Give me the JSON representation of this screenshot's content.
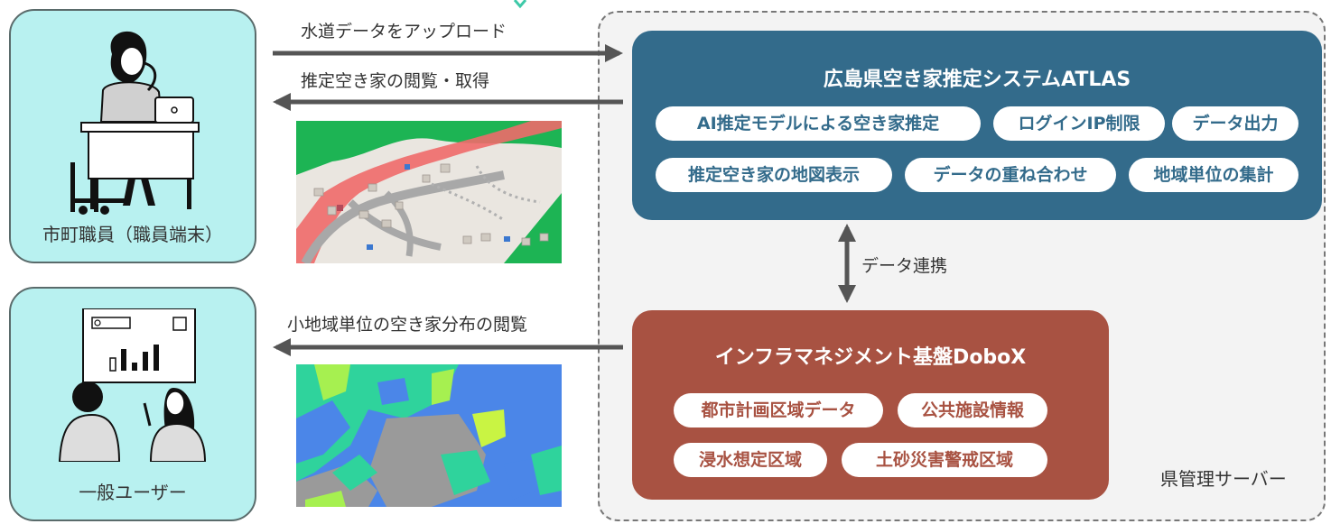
{
  "actors": {
    "staff": {
      "label": "市町職員（職員端末）"
    },
    "public": {
      "label": "一般ユーザー"
    }
  },
  "flows": {
    "upload": "水道データをアップロード",
    "view_acquire": "推定空き家の閲覧・取得",
    "view_distribution": "小地域単位の空き家分布の閲覧",
    "link": "データ連携"
  },
  "atlas": {
    "title": "広島県空き家推定システムATLAS",
    "features": [
      "AI推定モデルによる空き家推定",
      "ログインIP制限",
      "データ出力",
      "推定空き家の地図表示",
      "データの重ね合わせ",
      "地域単位の集計"
    ],
    "color": "#336b8b"
  },
  "dobox": {
    "title": "インフラマネジメント基盤DoboX",
    "features": [
      "都市計画区域データ",
      "公共施設情報",
      "浸水想定区域",
      "土砂災害警戒区域"
    ],
    "color": "#a85242"
  },
  "server": {
    "label": "県管理サーバー"
  },
  "colors": {
    "actor_fill": "#b8f1f0",
    "arrow": "#555555"
  }
}
